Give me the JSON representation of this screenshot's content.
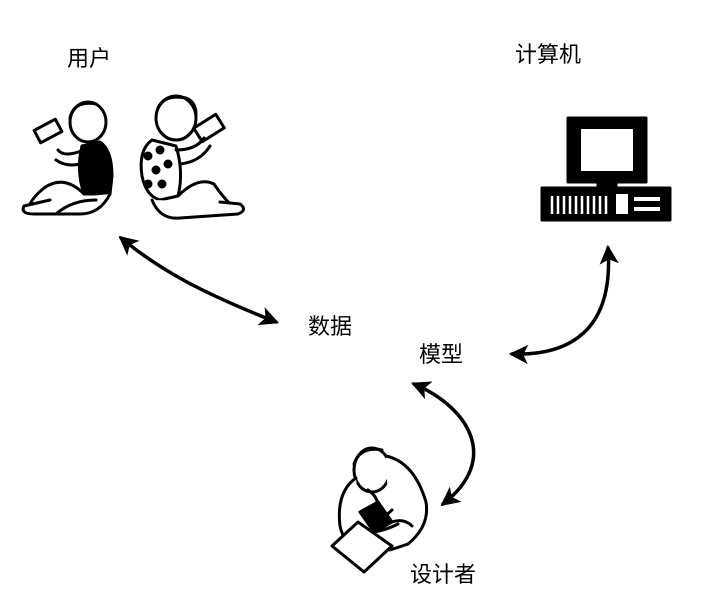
{
  "nodes": {
    "users": {
      "label": "用户",
      "icon": "users-reading-icon"
    },
    "computer": {
      "label": "计算机",
      "icon": "computer-icon"
    },
    "data": {
      "label": "数据"
    },
    "model": {
      "label": "模型"
    },
    "designer": {
      "label": "设计者",
      "icon": "designer-icon"
    }
  },
  "edges": [
    {
      "from": "users",
      "to": "data",
      "bidirectional": true
    },
    {
      "from": "model",
      "to": "computer",
      "bidirectional": true
    },
    {
      "from": "model",
      "to": "designer",
      "bidirectional": true
    }
  ],
  "colors": {
    "ink": "#000000",
    "background": "#ffffff"
  }
}
